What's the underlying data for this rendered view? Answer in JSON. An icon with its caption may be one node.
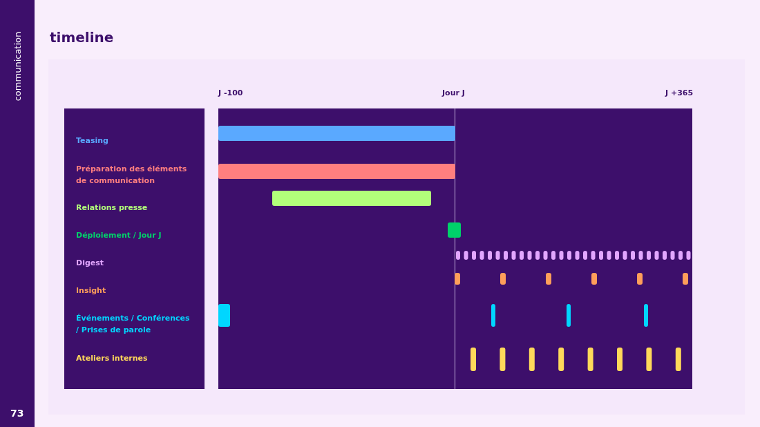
{
  "diagram": {
    "title": "timeline",
    "labels": [
      "communication",
      "73",
      "J -100",
      "Jour J",
      "J +365",
      "Teasing",
      "Préparation des éléments de communication",
      "Relations presse",
      "Déploiement / Jour J",
      "Digest",
      "Insight",
      "Événements / Conférences / Prises de parole",
      "Ateliers internes"
    ]
  }
}
